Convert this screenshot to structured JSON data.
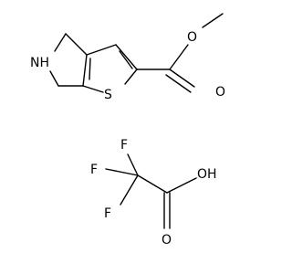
{
  "molecule_main": {
    "atom_labels": {
      "nh": "NH",
      "s": "S",
      "o_ester": "O",
      "o_carbonyl": "O"
    }
  },
  "molecule_tfa": {
    "atom_labels": {
      "f_top": "F",
      "f_left": "F",
      "f_bottom": "F",
      "oh": "OH",
      "o_carbonyl": "O"
    }
  }
}
